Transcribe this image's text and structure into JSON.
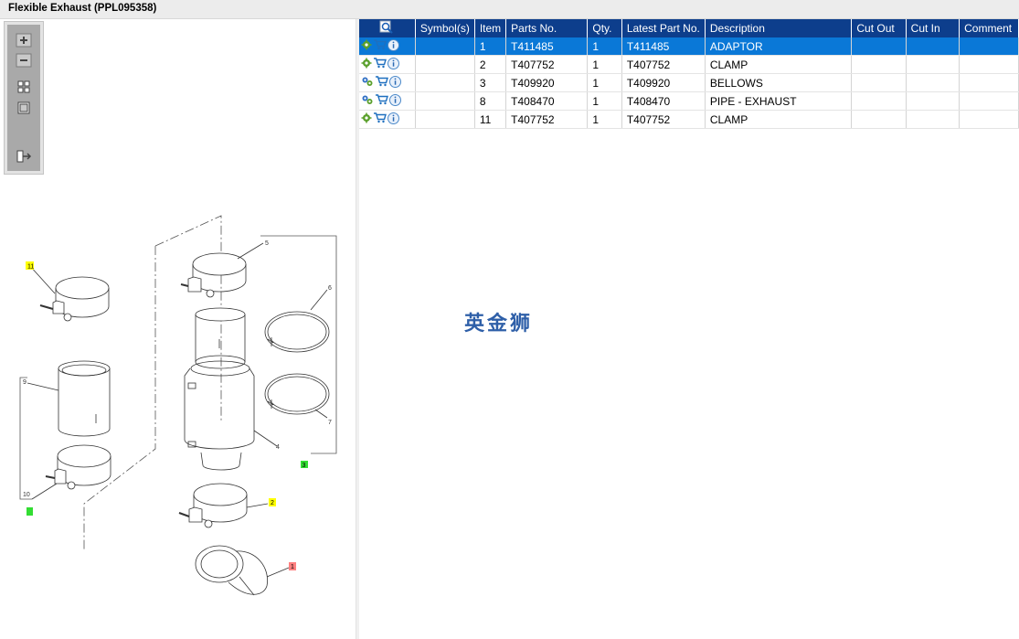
{
  "window": {
    "title": "Flexible Exhaust (PPL095358)"
  },
  "table": {
    "columns": [
      "Symbol(s)",
      "Item",
      "Parts No.",
      "Qty.",
      "Latest Part No.",
      "Description",
      "Cut Out",
      "Cut In",
      "Comment"
    ],
    "rows": [
      {
        "item": "1",
        "part_no": "T411485",
        "qty": "1",
        "latest": "T411485",
        "desc": "ADAPTOR",
        "cut_out": "",
        "cut_in": "",
        "comment": "",
        "gear": "single",
        "selected": true
      },
      {
        "item": "2",
        "part_no": "T407752",
        "qty": "1",
        "latest": "T407752",
        "desc": "CLAMP",
        "cut_out": "",
        "cut_in": "",
        "comment": "",
        "gear": "single",
        "selected": false
      },
      {
        "item": "3",
        "part_no": "T409920",
        "qty": "1",
        "latest": "T409920",
        "desc": "BELLOWS",
        "cut_out": "",
        "cut_in": "",
        "comment": "",
        "gear": "multi",
        "selected": false
      },
      {
        "item": "8",
        "part_no": "T408470",
        "qty": "1",
        "latest": "T408470",
        "desc": "PIPE - EXHAUST",
        "cut_out": "",
        "cut_in": "",
        "comment": "",
        "gear": "multi",
        "selected": false
      },
      {
        "item": "11",
        "part_no": "T407752",
        "qty": "1",
        "latest": "T407752",
        "desc": "CLAMP",
        "cut_out": "",
        "cut_in": "",
        "comment": "",
        "gear": "single",
        "selected": false
      }
    ]
  },
  "diagram": {
    "callouts": [
      "11",
      "9",
      "10",
      "5",
      "6",
      "7",
      "4",
      "3",
      "2",
      "1",
      "5",
      "8"
    ]
  },
  "watermark": "英金狮",
  "colors": {
    "header": "#0d3e8c",
    "selected": "#0a78d7",
    "callout_yellow": "#ffff00",
    "callout_green": "#33dd33",
    "callout_red": "#ff8080"
  },
  "icons": {
    "toolbar": [
      "zoom-in-icon",
      "zoom-out-icon",
      "fit-grid-icon",
      "actual-size-icon",
      "export-icon"
    ],
    "row": [
      "gear-icon",
      "cart-icon",
      "info-icon"
    ]
  }
}
